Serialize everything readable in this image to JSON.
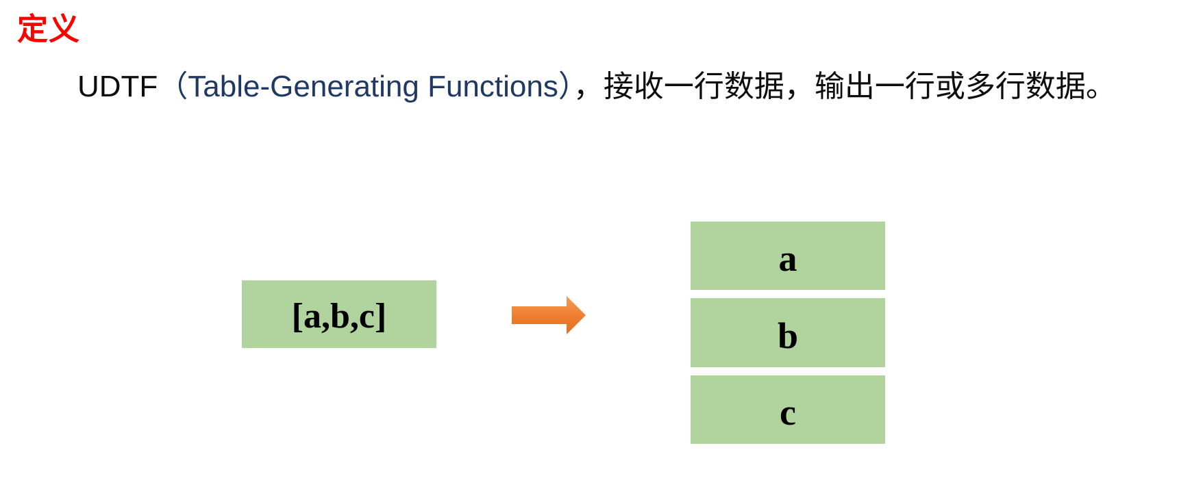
{
  "slide": {
    "title": "定义",
    "definition": {
      "prefix": "UDTF",
      "english": "（Table-Generating Functions）",
      "suffix": "，接收一行数据，输出一行或多行数据。"
    },
    "diagram": {
      "input_label": "[a,b,c]",
      "arrow_icon": "right-block-arrow",
      "outputs": [
        "a",
        "b",
        "c"
      ]
    },
    "colors": {
      "title_red": "#ff0000",
      "english_navy": "#1f3864",
      "text_black": "#0d0d0d",
      "box_green": "#b1d39e",
      "arrow_orange": "#ed7d31",
      "arrow_orange_light": "#f49d55",
      "arrow_orange_dark": "#e76e1f"
    }
  }
}
